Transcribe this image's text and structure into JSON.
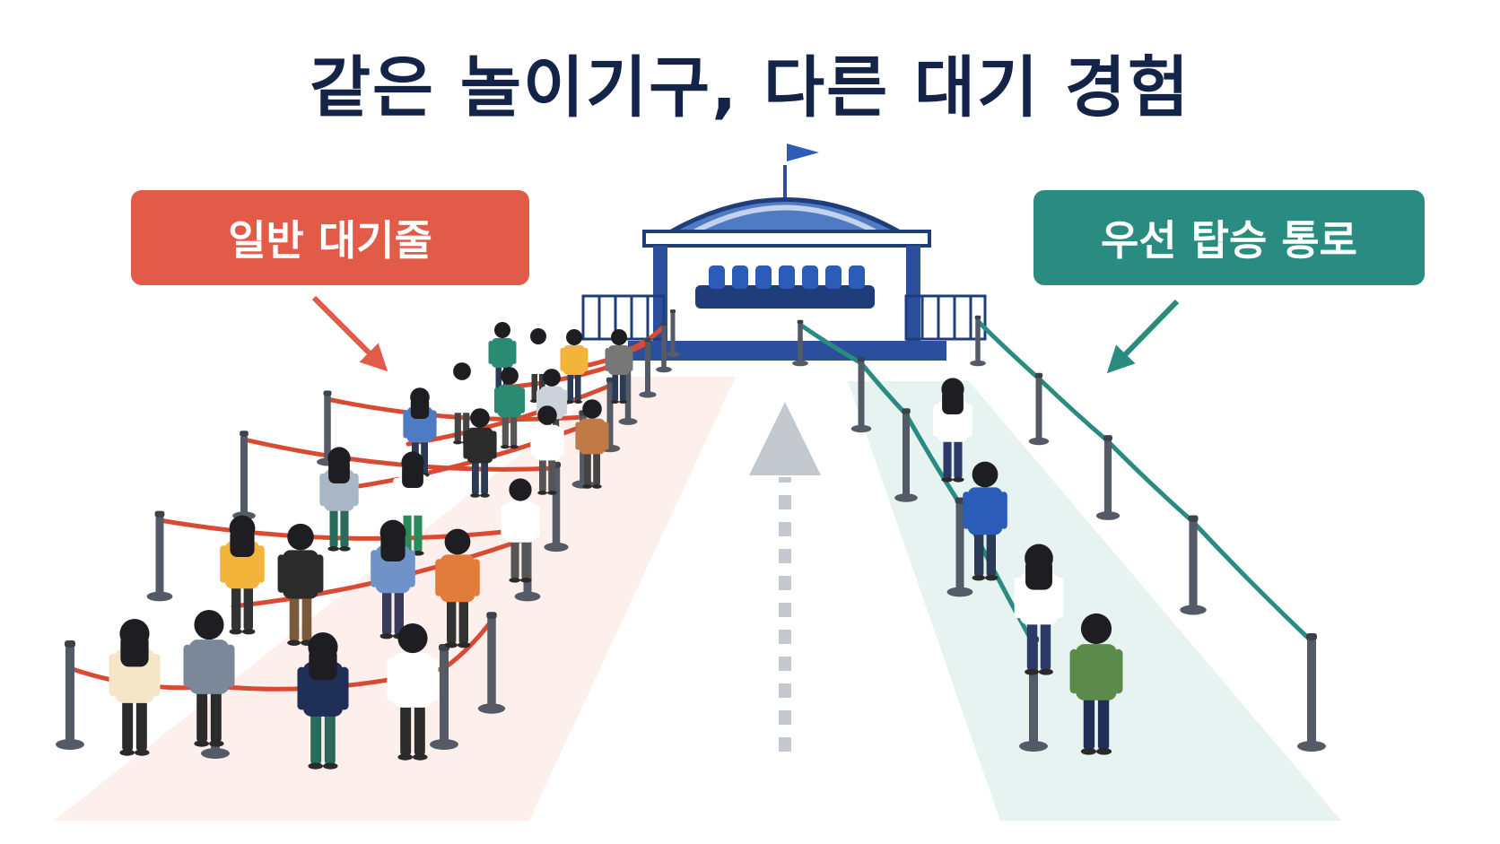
{
  "title": "같은 놀이기구, 다른 대기 경험",
  "labels": {
    "standard_queue": "일반 대기줄",
    "priority_lane": "우선 탑승 통로"
  },
  "colors": {
    "title": "#142449",
    "standard_queue": "#e25b49",
    "priority_lane": "#2a8b80",
    "standard_floor": "#fdf0ec",
    "priority_floor": "#e6f3f1",
    "station": "#2b4f9c",
    "stanchion": "#555b66",
    "flag": "#2b5db8",
    "center_arrow": "#c4c8cf"
  },
  "icons": {
    "station": "ride-station-icon",
    "flag": "flag-icon",
    "arrow": "arrow-up-icon",
    "person": "person-icon",
    "stanchion": "stanchion-post-icon"
  }
}
